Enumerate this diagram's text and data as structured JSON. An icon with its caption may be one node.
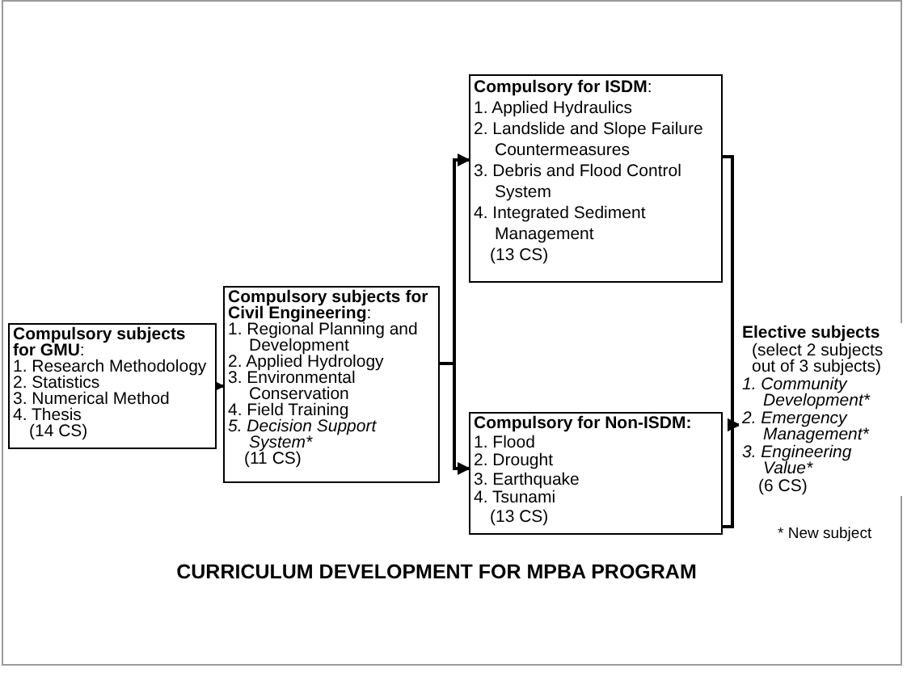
{
  "diagram": {
    "title": "CURRICULUM DEVELOPMENT FOR MPBA PROGRAM",
    "nodes": [
      {
        "text": [
          "**Compulsory subjects for GMU**:",
          "1. Research Methodology",
          "2. Statistics",
          "3. Numerical Method",
          "4. Thesis",
          "(14 CS)"
        ]
      },
      {
        "text": [
          "**Compulsory subjects for Civil Engineering**:",
          "1. Regional Planning and Development",
          "2. Applied Hydrology",
          "3. Environmental Conservation",
          "4. Field Training",
          "5. Decision Support System*",
          "(11 CS)"
        ]
      },
      {
        "text": [
          "**Compulsory for ISDM**:",
          "1. Applied Hydraulics",
          "2. Landslide and Slope Failure Countermeasures",
          "3. Debris and Flood Control System",
          "4. Integrated Sediment Management",
          "(13 CS)"
        ]
      },
      {
        "text": [
          "**Compulsory for Non-ISDM:**",
          "1. Flood",
          "2. Drought",
          "3. Earthquake",
          "4. Tsunami",
          "(13 CS)"
        ]
      },
      {
        "text": [
          "**Elective subjects**",
          "(select 2 subjects out of 3 subjects)",
          "1. Community Development*",
          "2. Emergency Management*",
          "3. Engineering Value*",
          "(6 CS)"
        ]
      }
    ],
    "edges": [
      {
        "from": 0,
        "to": 1,
        "arrow": "to"
      },
      {
        "from": 1,
        "to": 2,
        "arrow": "to"
      },
      {
        "from": 1,
        "to": 3,
        "arrow": "to"
      },
      {
        "from": 2,
        "to": 4,
        "arrow": "to"
      },
      {
        "from": 3,
        "to": 4,
        "arrow": "to"
      }
    ],
    "labels": [
      "* New subject"
    ]
  }
}
